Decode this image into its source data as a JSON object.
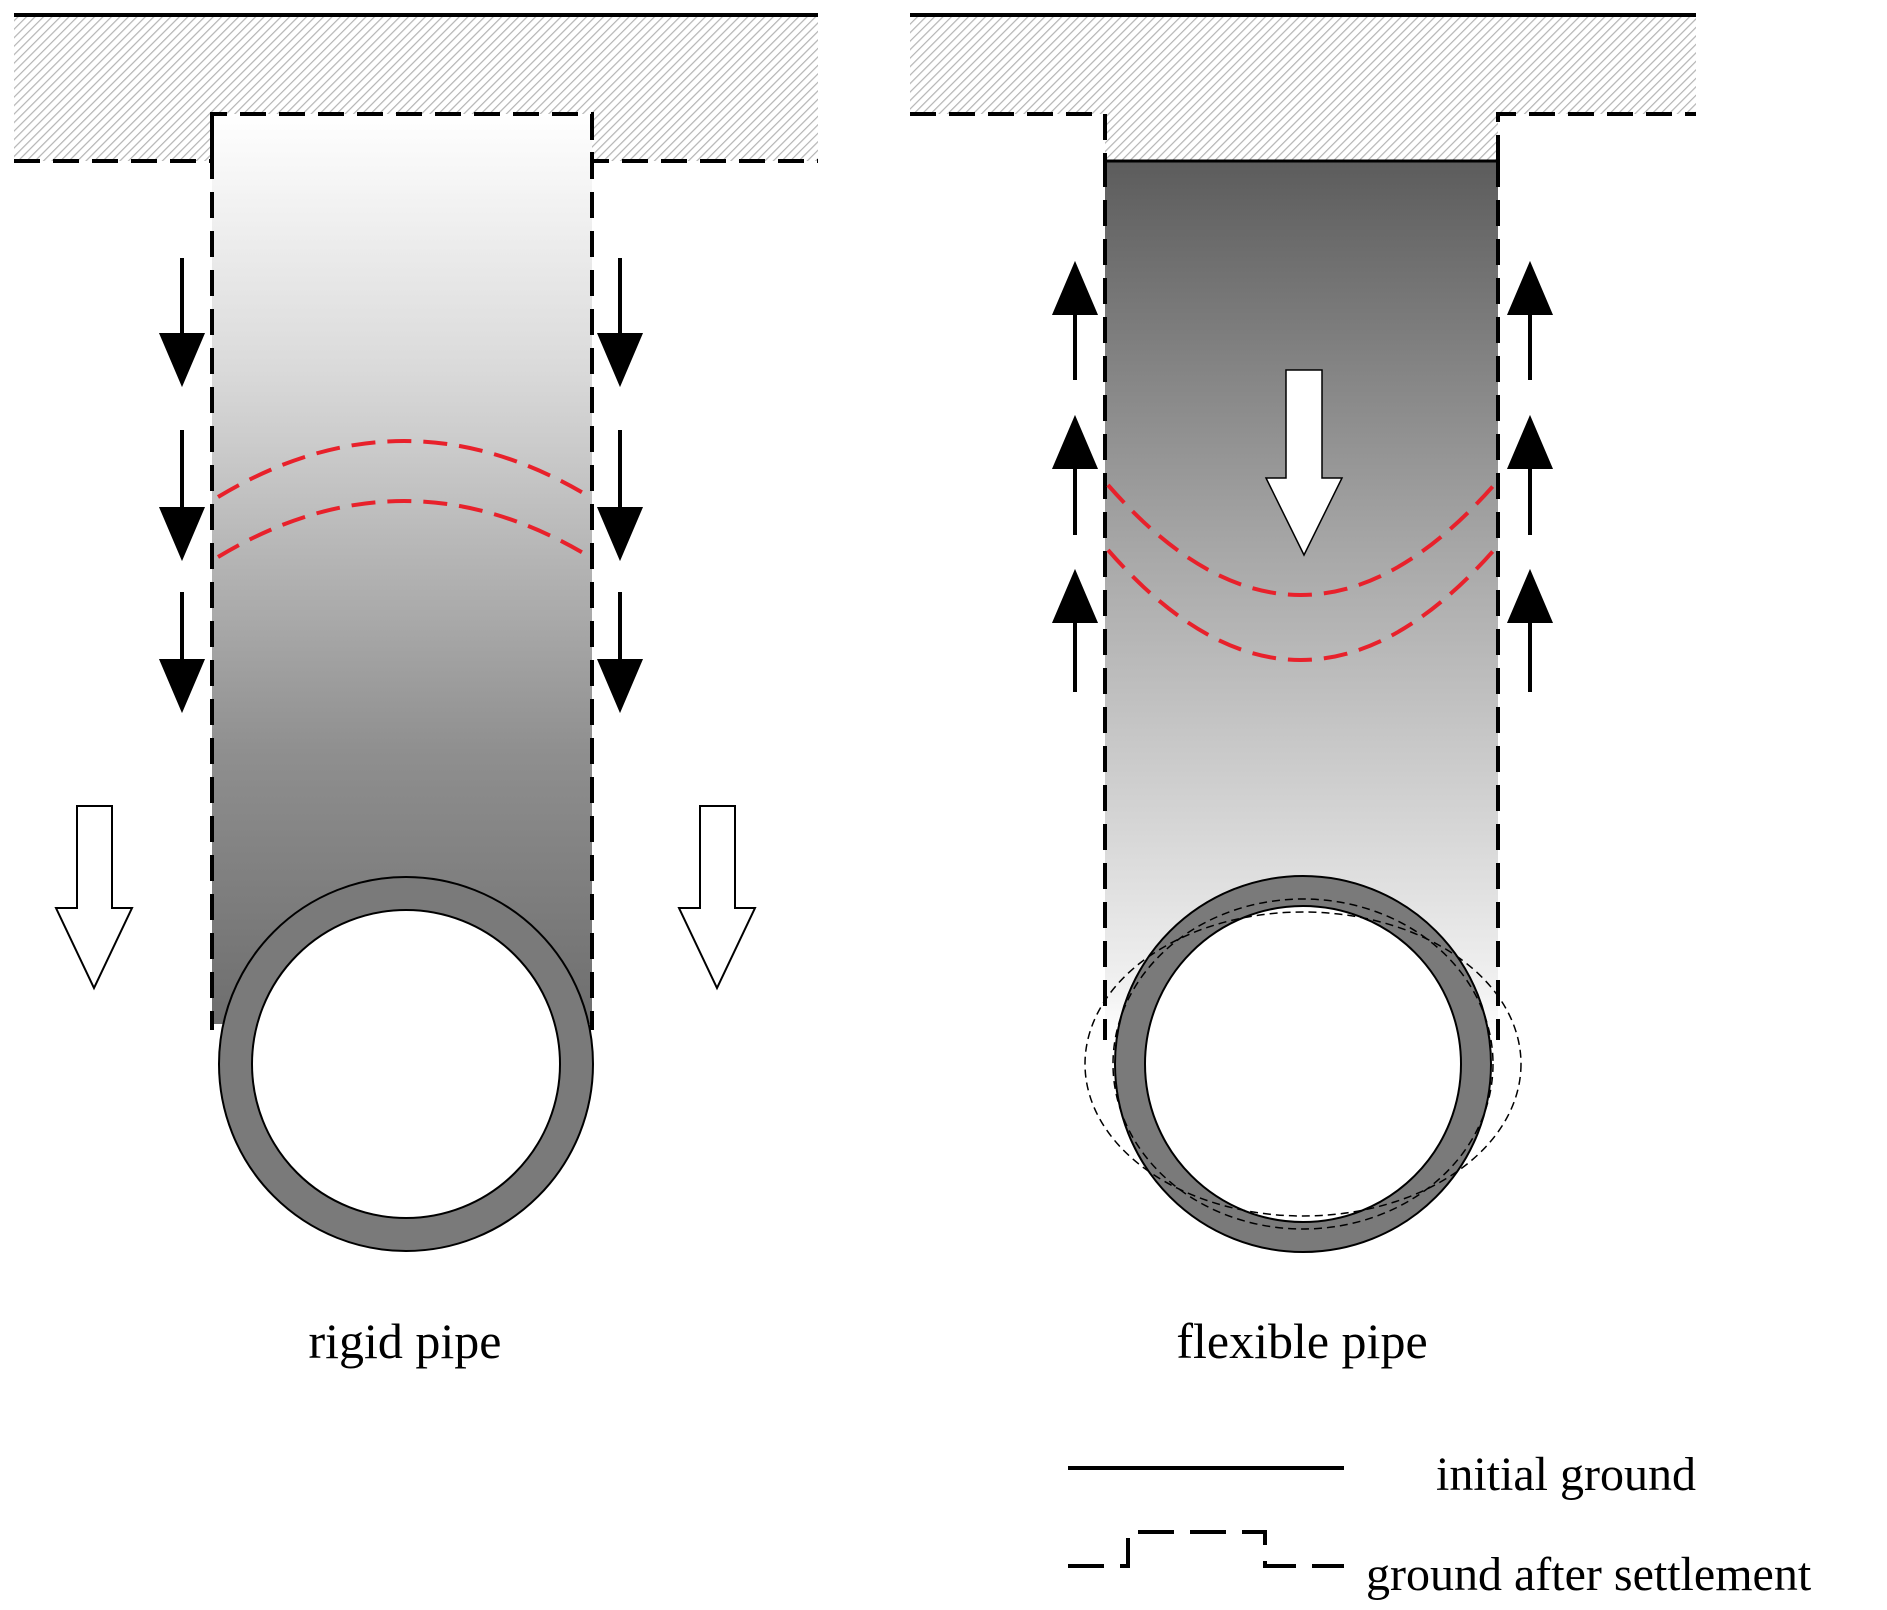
{
  "diagram": {
    "panels": [
      {
        "id": "rigid",
        "caption": "rigid pipe",
        "friction_direction": "down"
      },
      {
        "id": "flexible",
        "caption": "flexible pipe",
        "friction_direction": "up"
      }
    ],
    "legend": {
      "initial_ground": "initial ground",
      "ground_after_settlement": "ground after settlement"
    },
    "colors": {
      "crack_lines": "#e8212b",
      "pipe_wall": "#7a7a7a",
      "soil_hatch": "#c8c8c8",
      "ground_line": "#000000"
    }
  }
}
